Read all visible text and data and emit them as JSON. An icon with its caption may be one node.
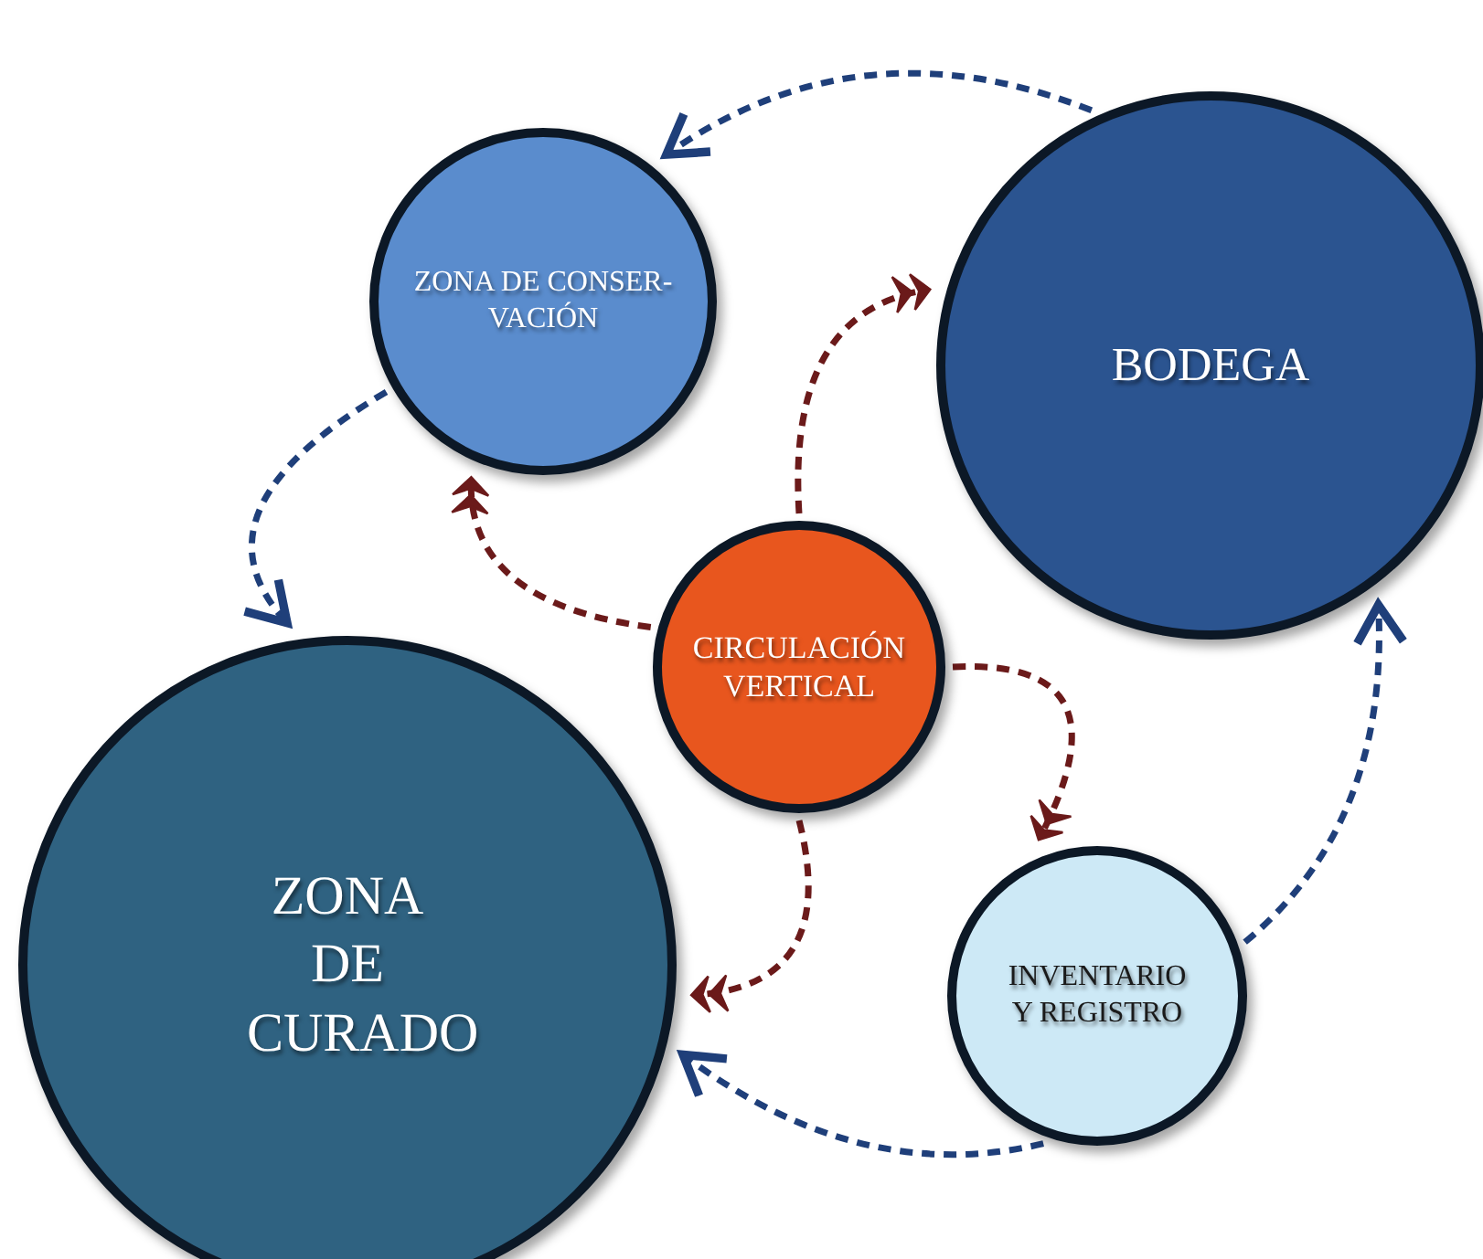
{
  "diagram": {
    "nodes": [
      {
        "text": [
          "ZONA DE CONSER-VACIÓN"
        ]
      },
      {
        "text": [
          "BODEGA"
        ]
      },
      {
        "text": [
          "CIRCULACIÓN VERTICAL"
        ]
      },
      {
        "text": [
          "ZONA DE CURADO"
        ]
      },
      {
        "text": [
          "INVENTARIO Y REGISTRO"
        ]
      }
    ],
    "edges": [
      {
        "from": 1,
        "to": 0,
        "arrow": "to",
        "style": "dashed",
        "color": "#1f3f7a"
      },
      {
        "from": 0,
        "to": 3,
        "arrow": "to",
        "style": "dashed",
        "color": "#1f3f7a"
      },
      {
        "from": 4,
        "to": 3,
        "arrow": "to",
        "style": "dashed",
        "color": "#1f3f7a"
      },
      {
        "from": 4,
        "to": 1,
        "arrow": "to",
        "style": "dashed",
        "color": "#1f3f7a"
      },
      {
        "from": 2,
        "to": 0,
        "arrow": "to",
        "style": "dashed",
        "color": "#6b1a1a"
      },
      {
        "from": 2,
        "to": 1,
        "arrow": "to",
        "style": "dashed",
        "color": "#6b1a1a"
      },
      {
        "from": 2,
        "to": 4,
        "arrow": "to",
        "style": "dashed",
        "color": "#6b1a1a"
      },
      {
        "from": 2,
        "to": 3,
        "arrow": "to",
        "style": "dashed",
        "color": "#6b1a1a"
      }
    ]
  }
}
